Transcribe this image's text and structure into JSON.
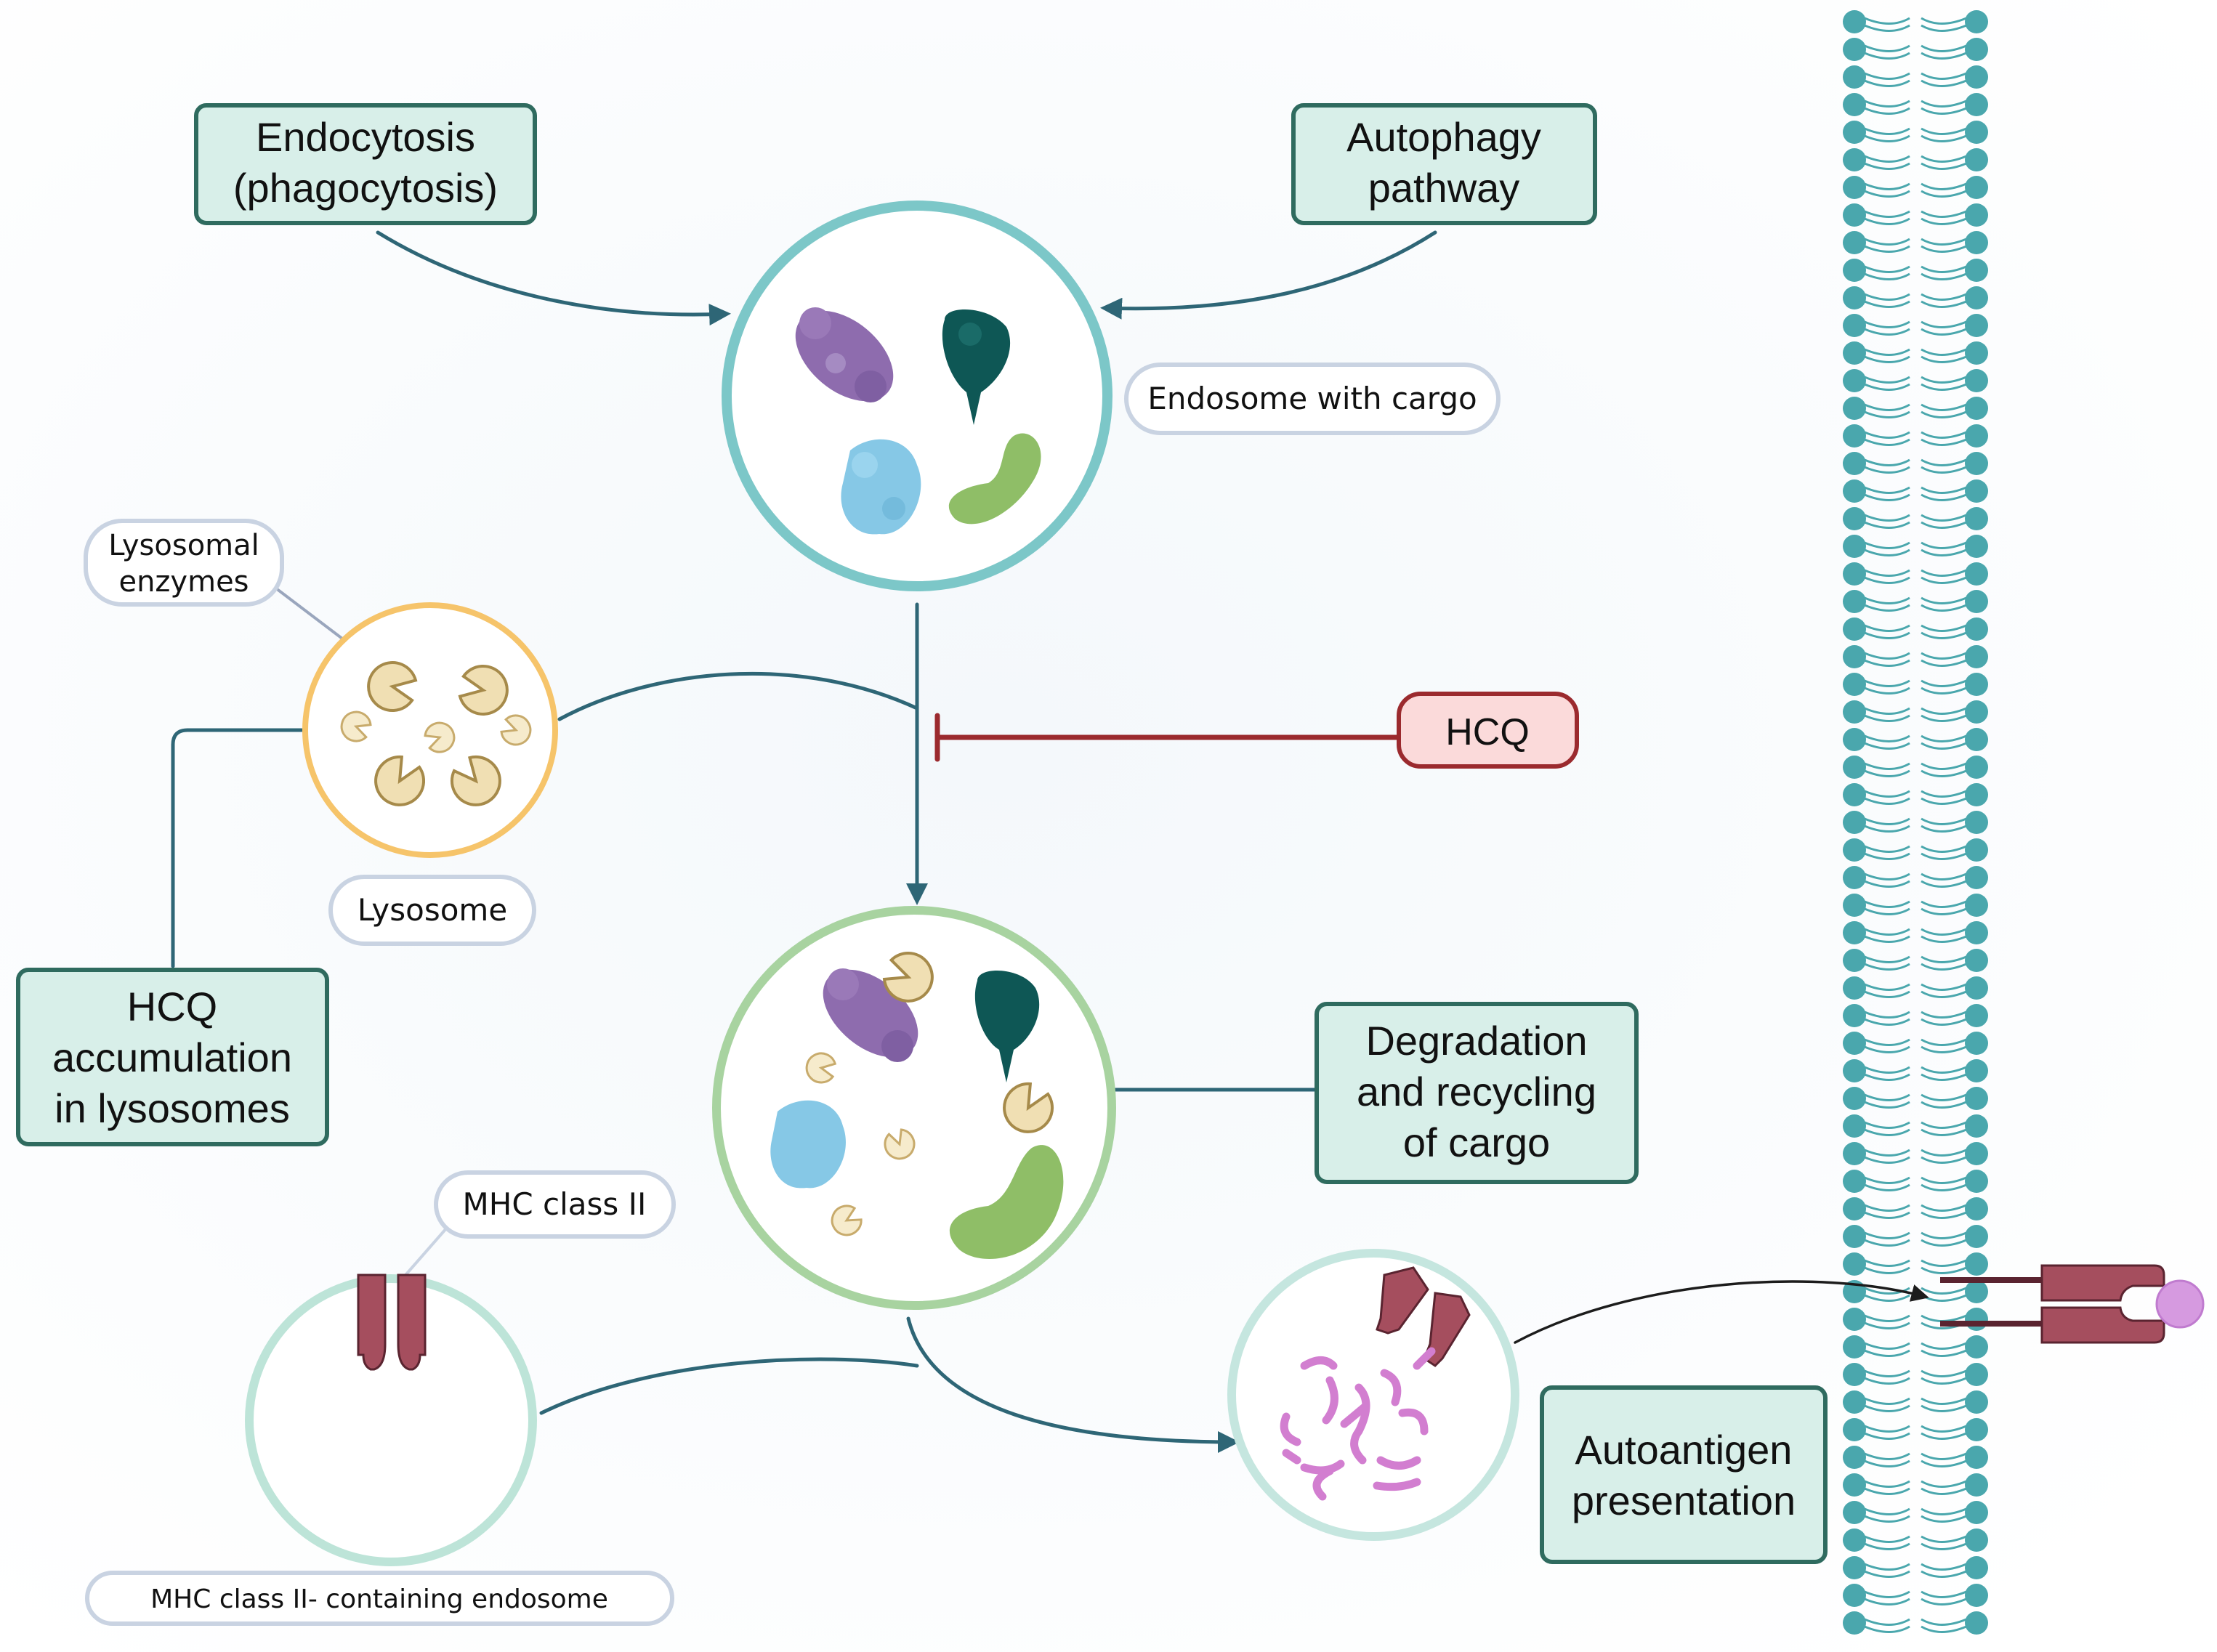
{
  "labels": {
    "endocytosis": [
      "Endocytosis",
      "(phagocytosis)"
    ],
    "autophagy": [
      "Autophagy",
      "pathway"
    ],
    "endosome_cargo": "Endosome with cargo",
    "lysosomal_enzymes": [
      "Lysosomal",
      "enzymes"
    ],
    "hcq": "HCQ",
    "lysosome": "Lysosome",
    "hcq_accumulation": [
      "HCQ",
      "accumulation",
      "in lysosomes"
    ],
    "degradation": [
      "Degradation",
      "and recycling",
      "of cargo"
    ],
    "mhc_class_ii": "MHC class II",
    "mhc_endosome": "MHC class II- containing endosome",
    "autoantigen": [
      "Autoantigen",
      "presentation"
    ]
  },
  "colors": {
    "box_fill": "#d8efe9",
    "box_stroke": "#2f6b5f",
    "pill_fill": "#ffffff",
    "pill_stroke": "#c9d3e2",
    "arrow": "#2e6676",
    "inhibit": "#9b2a2e",
    "hcq_fill": "#fbdada",
    "endosome_ring": "#7cc7c8",
    "lysosome_ring": "#f6c46a",
    "autolysosome_ring": "#a8d3a0",
    "mhc_endosome_ring": "#bde4d8",
    "mhc": "#a54e5e",
    "membrane": "#4aa7ad",
    "peptide": "#d27ed0",
    "enzyme": "#f0dfb3"
  }
}
